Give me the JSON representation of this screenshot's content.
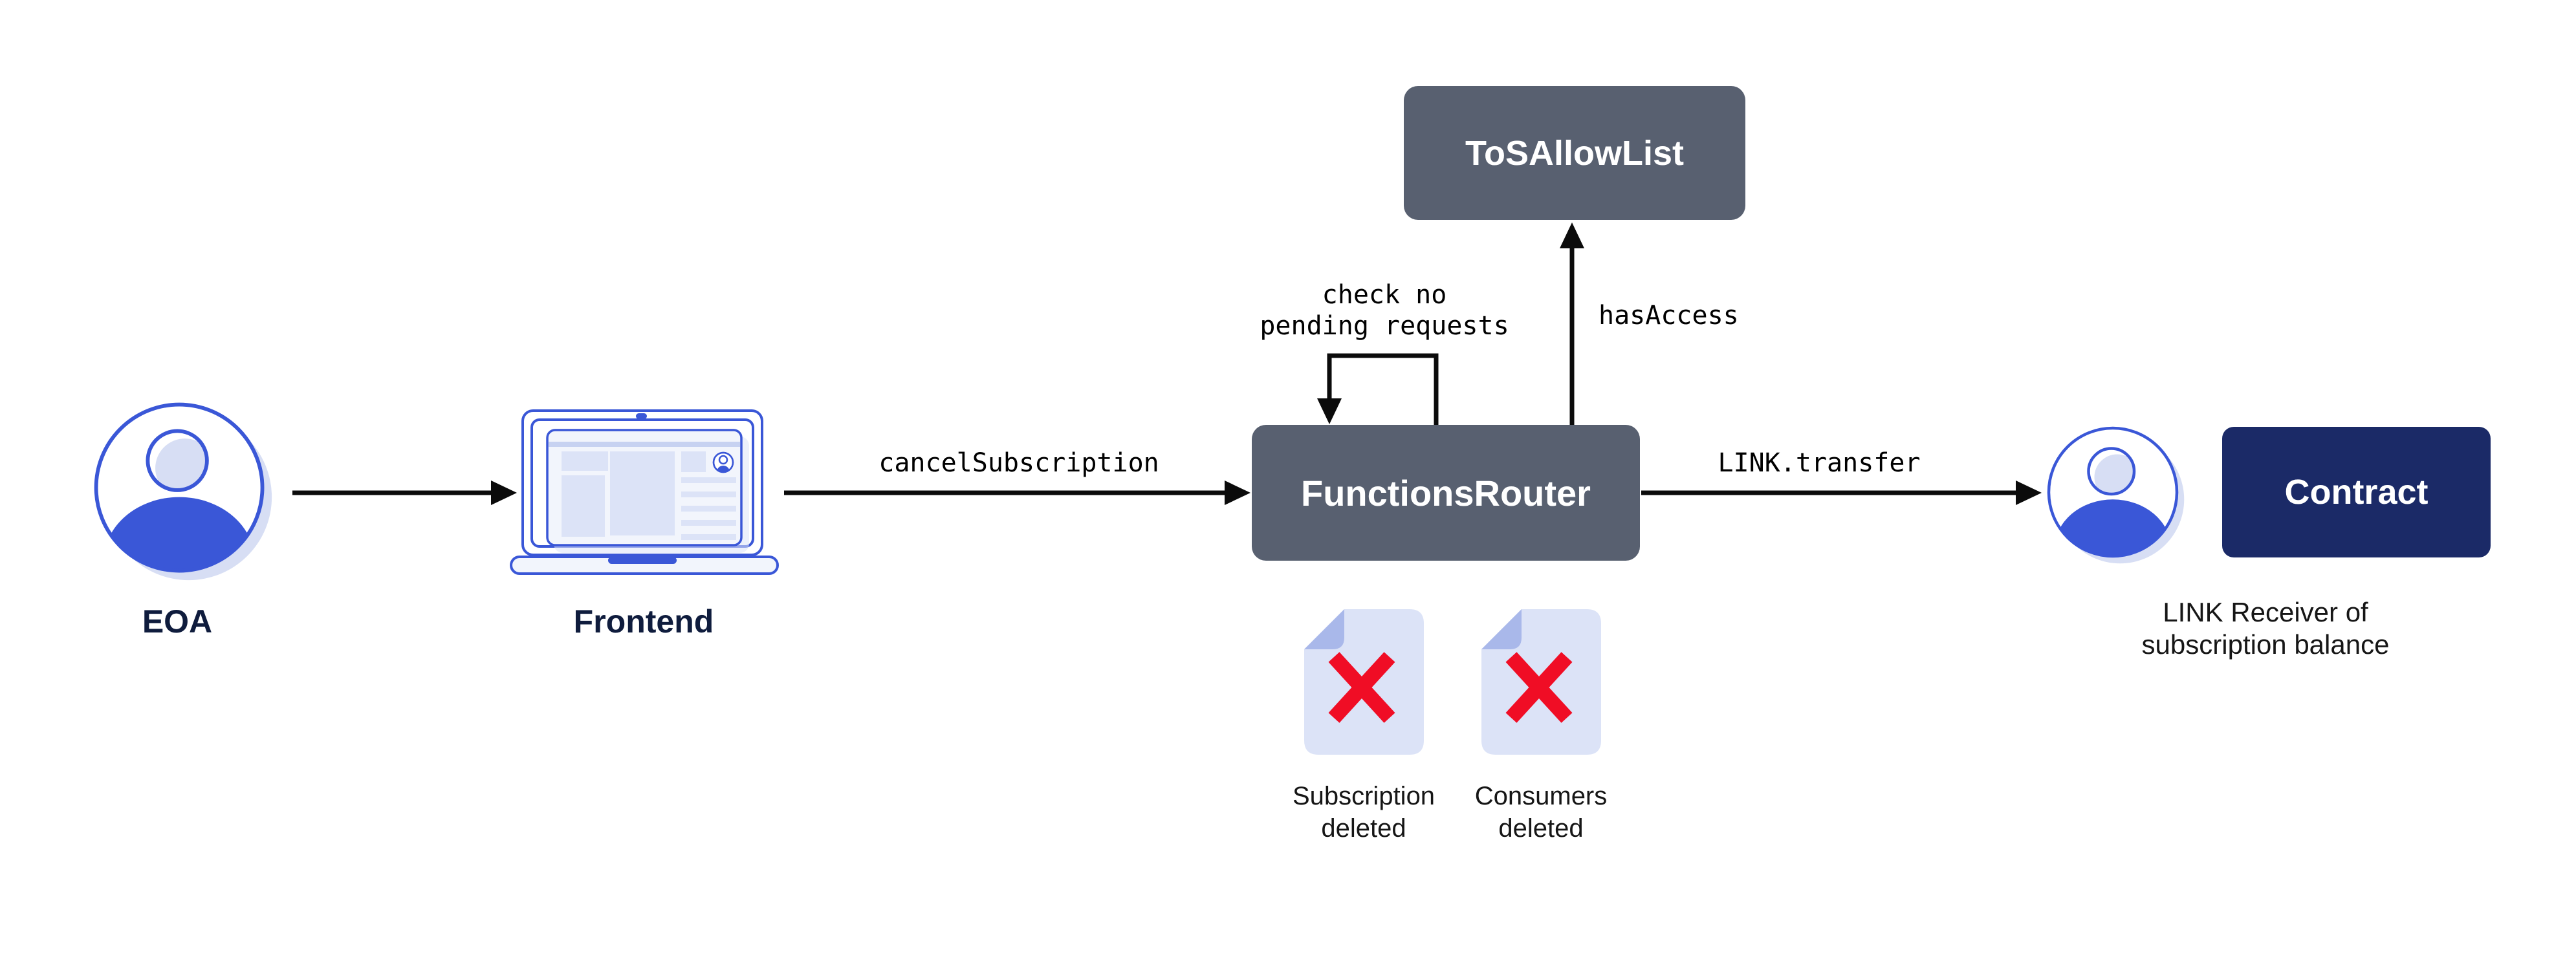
{
  "diagram": {
    "background": "#FFFFFF",
    "colors": {
      "background": "#FFFFFF",
      "blue": "#3A57D7",
      "slate": "#586070",
      "navy": "#1B2A67",
      "shadow": "#D7DEF4",
      "light": "#DCE3F7",
      "lighter": "#F2F5FC",
      "band": "#C7D2F1",
      "fold": "#A9B8EA",
      "red": "#F00D25",
      "arrow": "#0B0B0B",
      "title_text": "#0F1C3D",
      "caption_text": "#161616",
      "box_text": "#FFFFFF"
    },
    "nodes": {
      "eoa": {
        "label": "EOA",
        "icon": "person-icon"
      },
      "frontend": {
        "label": "Frontend",
        "icon": "laptop-icon"
      },
      "functions_router": {
        "label": "FunctionsRouter"
      },
      "tos_allow_list": {
        "label": "ToSAllowList"
      },
      "contract": {
        "label": "Contract"
      },
      "link_receiver": {
        "icon": "person-icon",
        "caption_line1": "LINK Receiver of",
        "caption_line2": "subscription balance"
      },
      "subscription_deleted": {
        "icon": "document-deleted-icon",
        "caption_line1": "Subscription",
        "caption_line2": "deleted"
      },
      "consumers_deleted": {
        "icon": "document-deleted-icon",
        "caption_line1": "Consumers",
        "caption_line2": "deleted"
      }
    },
    "edges": {
      "frontend_to_router": {
        "label": "cancelSubscription"
      },
      "router_to_receiver": {
        "label": "LINK.transfer"
      },
      "router_to_tos": {
        "label": "hasAccess"
      },
      "router_self_check": {
        "label_line1": "check no",
        "label_line2": "pending requests"
      }
    }
  }
}
